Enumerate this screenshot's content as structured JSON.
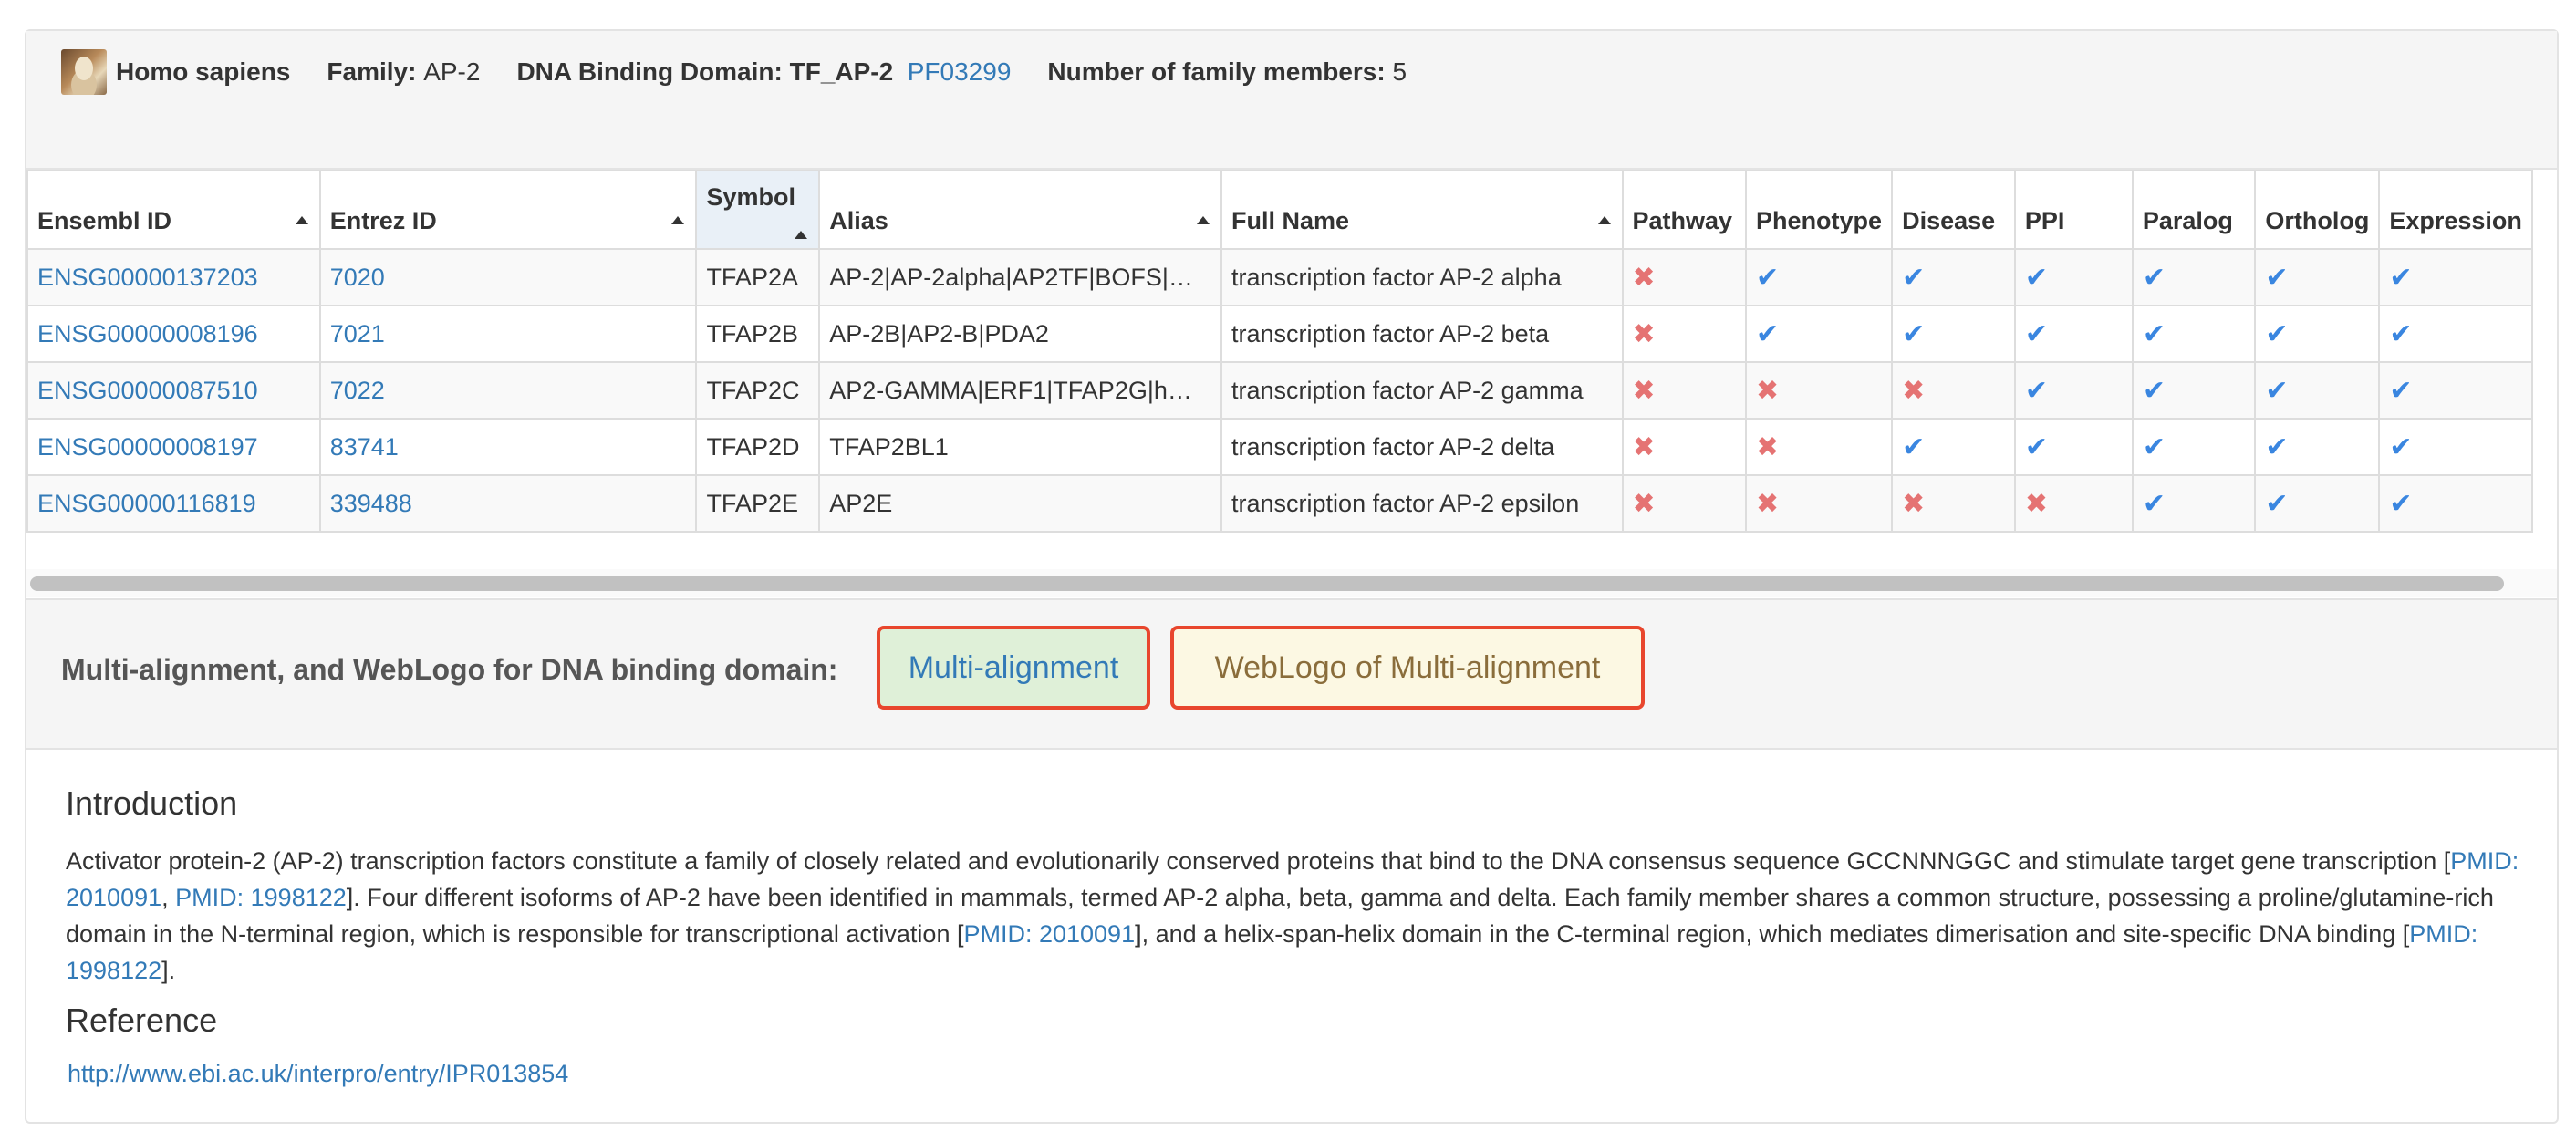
{
  "header": {
    "species": "Homo sapiens",
    "family_label": "Family:",
    "family_value": "AP-2",
    "dbd_label": "DNA Binding Domain:",
    "dbd_value": "TF_AP-2",
    "pfam_link": "PF03299",
    "members_label": "Number of family members:",
    "members_value": "5"
  },
  "table": {
    "columns": [
      "Ensembl ID",
      "Entrez ID",
      "Symbol",
      "Alias",
      "Full Name",
      "Pathway",
      "Phenotype",
      "Disease",
      "PPI",
      "Paralog",
      "Ortholog",
      "Expression"
    ],
    "rows": [
      {
        "ensembl": "ENSG00000137203",
        "entrez": "7020",
        "symbol": "TFAP2A",
        "alias": "AP-2|AP-2alpha|AP2TF|BOFS|…",
        "full_name": "transcription factor AP-2 alpha",
        "flags": [
          false,
          true,
          true,
          true,
          true,
          true,
          true
        ]
      },
      {
        "ensembl": "ENSG00000008196",
        "entrez": "7021",
        "symbol": "TFAP2B",
        "alias": "AP-2B|AP2-B|PDA2",
        "full_name": "transcription factor AP-2 beta",
        "flags": [
          false,
          true,
          true,
          true,
          true,
          true,
          true
        ]
      },
      {
        "ensembl": "ENSG00000087510",
        "entrez": "7022",
        "symbol": "TFAP2C",
        "alias": "AP2-GAMMA|ERF1|TFAP2G|h…",
        "full_name": "transcription factor AP-2 gamma",
        "flags": [
          false,
          false,
          false,
          true,
          true,
          true,
          true
        ]
      },
      {
        "ensembl": "ENSG00000008197",
        "entrez": "83741",
        "symbol": "TFAP2D",
        "alias": "TFAP2BL1",
        "full_name": "transcription factor AP-2 delta",
        "flags": [
          false,
          false,
          true,
          true,
          true,
          true,
          true
        ]
      },
      {
        "ensembl": "ENSG00000116819",
        "entrez": "339488",
        "symbol": "TFAP2E",
        "alias": "AP2E",
        "full_name": "transcription factor AP-2 epsilon",
        "flags": [
          false,
          false,
          false,
          false,
          true,
          true,
          true
        ]
      }
    ]
  },
  "alignment": {
    "label": "Multi-alignment, and WebLogo for DNA binding domain:",
    "multi_button": "Multi-alignment",
    "weblogo_button": "WebLogo of Multi-alignment"
  },
  "intro": {
    "title": "Introduction",
    "t1": "Activator protein-2 (AP-2) transcription factors constitute a family of closely related and evolutionarily conserved proteins that bind to the DNA consensus sequence GCCNNNGGC and stimulate target gene transcription [",
    "pmid1": "PMID: 2010091",
    "sep": ", ",
    "pmid2": "PMID: 1998122",
    "t2": "]. Four different isoforms of AP-2 have been identified in mammals, termed AP-2 alpha, beta, gamma and delta. Each family member shares a common structure, possessing a proline/glutamine-rich domain in the N-terminal region, which is responsible for transcriptional activation [",
    "pmid3": "PMID: 2010091",
    "t3": "], and a helix-span-helix domain in the C-terminal region, which mediates dimerisation and site-specific DNA binding [",
    "pmid4": "PMID: 1998122",
    "t4": "]."
  },
  "reference": {
    "title": "Reference",
    "url": "http://www.ebi.ac.uk/interpro/entry/IPR013854"
  },
  "icons": {
    "true": "check-icon",
    "false": "cross-icon"
  },
  "colors": {
    "link": "#337ab7",
    "check": "#3a86e0",
    "cross": "#e57373",
    "button_border": "#e8462d"
  }
}
